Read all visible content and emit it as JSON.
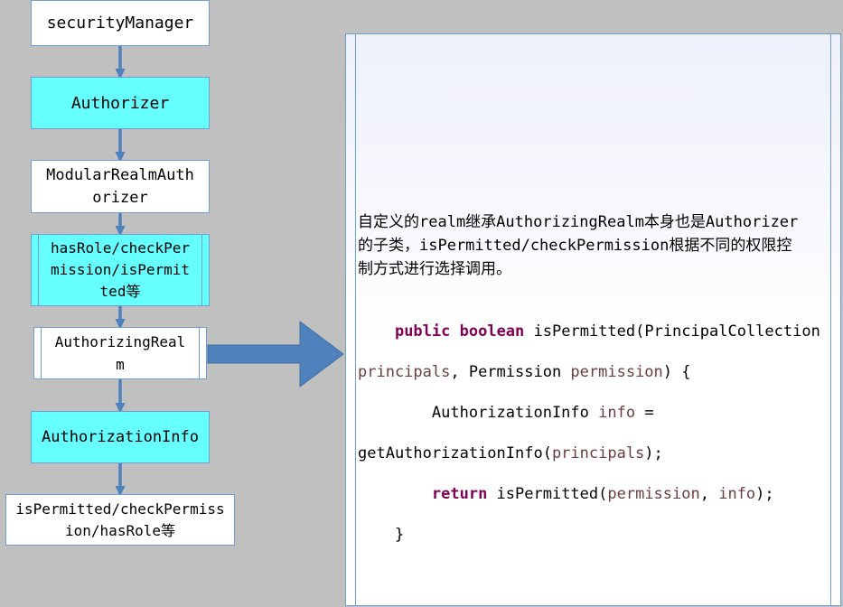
{
  "flow": {
    "security_manager": "securityManager",
    "authorizer": "Authorizer",
    "modular_realm_authorizer": [
      "ModularRealmAuth",
      "orizer"
    ],
    "permission_methods": [
      "hasRole/checkPer",
      "mission/isPermit",
      "ted等"
    ],
    "authorizing_realm": [
      "AuthorizingReal",
      "m"
    ],
    "authorization_info": "AuthorizationInfo",
    "final_methods": [
      "isPermitted/checkPermiss",
      "ion/hasRole等"
    ]
  },
  "note": {
    "description": [
      "自定义的realm继承AuthorizingRealm本身也是Authorizer",
      "的子类，isPermitted/checkPermission根据不同的权限控",
      "制方式进行选择调用。"
    ],
    "code": {
      "line1": {
        "kw1": "public",
        "kw2": "boolean",
        "text": "isPermitted(PrincipalCollection"
      },
      "line2": {
        "param1": "principals",
        "mid": ", Permission ",
        "param2": "permission",
        "end": ") {"
      },
      "line3": {
        "type": "AuthorizationInfo ",
        "var": "info",
        "rest": " ="
      },
      "line4": {
        "call": "getAuthorizationInfo(",
        "arg": "principals",
        "end": ");"
      },
      "line5": {
        "kw": "return",
        "call": " isPermitted(",
        "arg1": "permission",
        "sep": ", ",
        "arg2": "info",
        "end": ");"
      },
      "line6": "}"
    }
  },
  "colors": {
    "background": "#c0c0c0",
    "arrow": "#4f81bd",
    "cyan_box": "#66ffff",
    "keyword": "#7f0055",
    "variable": "#6a3e3e"
  }
}
